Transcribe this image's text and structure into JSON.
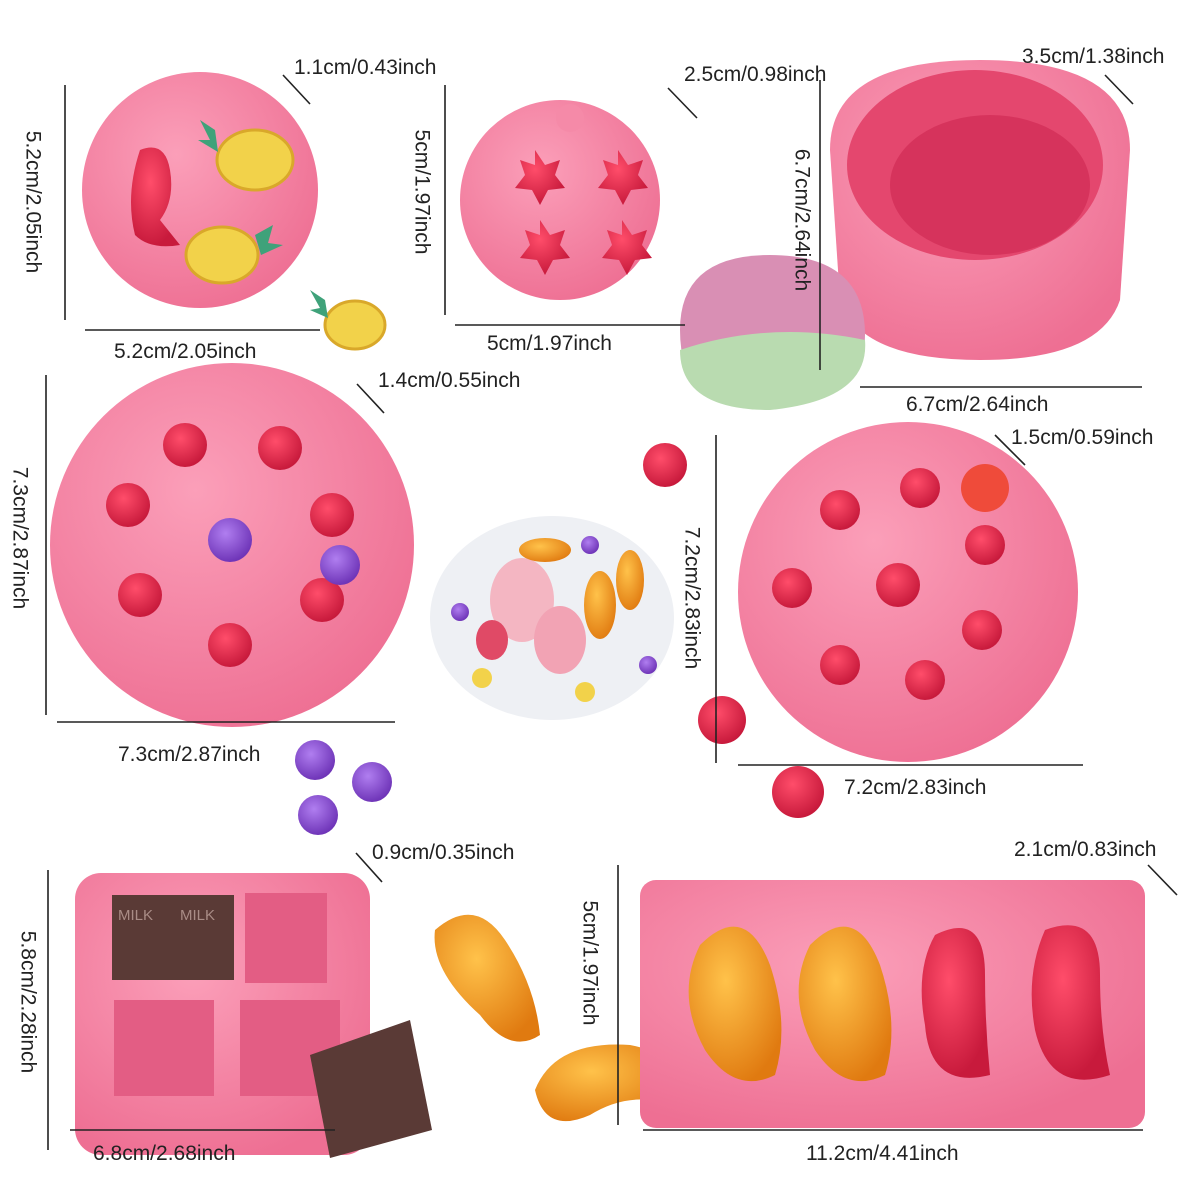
{
  "labels": {
    "mold1_depth": "1.1cm/0.43inch",
    "mold1_height": "5.2cm/2.05inch",
    "mold1_width": "5.2cm/2.05inch",
    "mold2_depth": "2.5cm/0.98inch",
    "mold2_height": "5cm/1.97inch",
    "mold2_width": "5cm/1.97inch",
    "mold3_depth": "3.5cm/1.38inch",
    "mold3_height": "6.7cm/2.64inch",
    "mold3_width": "6.7cm/2.64inch",
    "mold4_depth": "1.4cm/0.55inch",
    "mold4_height": "7.3cm/2.87inch",
    "mold4_width": "7.3cm/2.87inch",
    "mold5_depth": "1.5cm/0.59inch",
    "mold5_height": "7.2cm/2.83inch",
    "mold5_width": "7.2cm/2.83inch",
    "mold6_depth": "0.9cm/0.35inch",
    "mold6_height": "5.8cm/2.28inch",
    "mold6_width": "6.8cm/2.68inch",
    "mold7_depth": "2.1cm/0.83inch",
    "mold7_height": "5cm/1.97inch",
    "mold7_width": "11.2cm/4.41inch",
    "chocolate_text": "MILK"
  },
  "colors": {
    "mold_pink": "#f27a9c",
    "cavity_red": "#e0264a",
    "blueberry_purple": "#8a4bd0",
    "pineapple_yellow": "#f2d24a",
    "pineapple_leaf": "#3fa27a",
    "orange": "#f5a01c",
    "chocolate": "#5a3a36",
    "icecream_pink": "#d98fb4",
    "icecream_green": "#b9dbb0"
  }
}
